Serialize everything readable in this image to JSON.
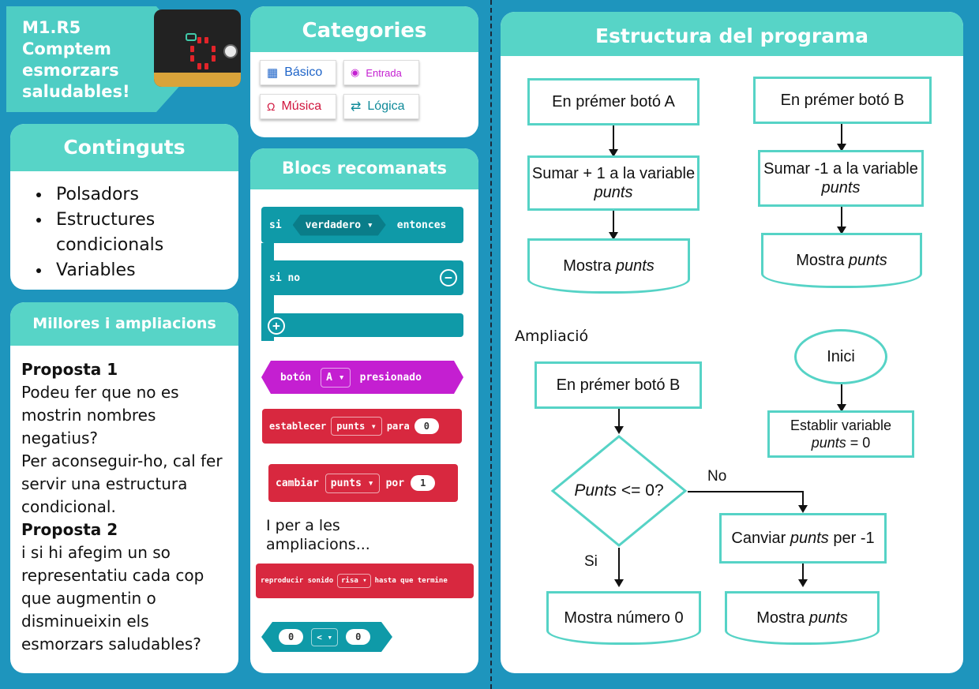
{
  "title": {
    "line1": "M1.R5",
    "line2": "Comptem",
    "line3": "esmorzars",
    "line4": "saludables!"
  },
  "continguts": {
    "heading": "Continguts",
    "items": [
      "Polsadors",
      "Estructures condicionals",
      "Variables"
    ]
  },
  "millores": {
    "heading": "Millores i ampliacions",
    "p1_title": "Proposta 1",
    "p1_text": "Podeu fer que no es mostrin nombres negatius?",
    "p1_text2": "Per aconseguir-ho, cal fer servir una estructura condicional.",
    "p2_title": "Proposta 2",
    "p2_text": "i si hi afegim un so representatiu cada cop que augmentin o disminueixin els esmorzars saludables?"
  },
  "categories": {
    "heading": "Categories",
    "items": [
      {
        "label": "Básico",
        "color": "#1e64c8",
        "icon": "grid-icon"
      },
      {
        "label": "Entrada",
        "color": "#c41fd1",
        "icon": "target-icon"
      },
      {
        "label": "Música",
        "color": "#d0143c",
        "icon": "headphones-icon"
      },
      {
        "label": "Lógica",
        "color": "#0f8a99",
        "icon": "shuffle-icon"
      }
    ]
  },
  "blocs": {
    "heading": "Blocs recomanats",
    "if_si": "si",
    "if_cond": "verdadero ▾",
    "if_then": "entonces",
    "if_else": "si no",
    "button_label": "botón",
    "button_key": "A ▾",
    "button_pressed": "presionado",
    "set_label": "establecer",
    "set_var": "punts ▾",
    "set_para": "para",
    "set_val": "0",
    "change_label": "cambiar",
    "change_var": "punts ▾",
    "change_por": "por",
    "change_val": "1",
    "ampl_text": "I per a les ampliacions...",
    "play_label": "reproducir sonido",
    "play_sound": "risa ▾",
    "play_until": "hasta que termine",
    "cmp_a": "0",
    "cmp_op": "< ▾",
    "cmp_b": "0",
    "colors": {
      "logic": "#0f9aa8",
      "input": "#c41fd1",
      "vars": "#d8283f"
    }
  },
  "estructura": {
    "heading": "Estructura del programa",
    "a_event": "En prémer botó A",
    "a_action_pre": "Sumar + 1 a la variable ",
    "a_action_var": "punts",
    "a_show_pre": "Mostra ",
    "a_show_var": "punts",
    "b_event": "En prémer botó B",
    "b_action_pre": "Sumar -1 a la variable ",
    "b_action_var": "punts",
    "b_show_pre": "Mostra ",
    "b_show_var": "punts",
    "ampliacio": "Ampliació",
    "inici": "Inici",
    "establir_pre": "Establir variable",
    "establir_var": "punts",
    "establir_post": " = 0",
    "c_event": "En prémer botó B",
    "cond_var": "Punts",
    "cond_rest": " <= 0?",
    "no": "No",
    "si": "Si",
    "canviar_pre": "Canviar ",
    "canviar_var": "punts",
    "canviar_post": " per -1",
    "show_zero": "Mostra número 0",
    "show_last_pre": "Mostra ",
    "show_last_var": "punts"
  }
}
